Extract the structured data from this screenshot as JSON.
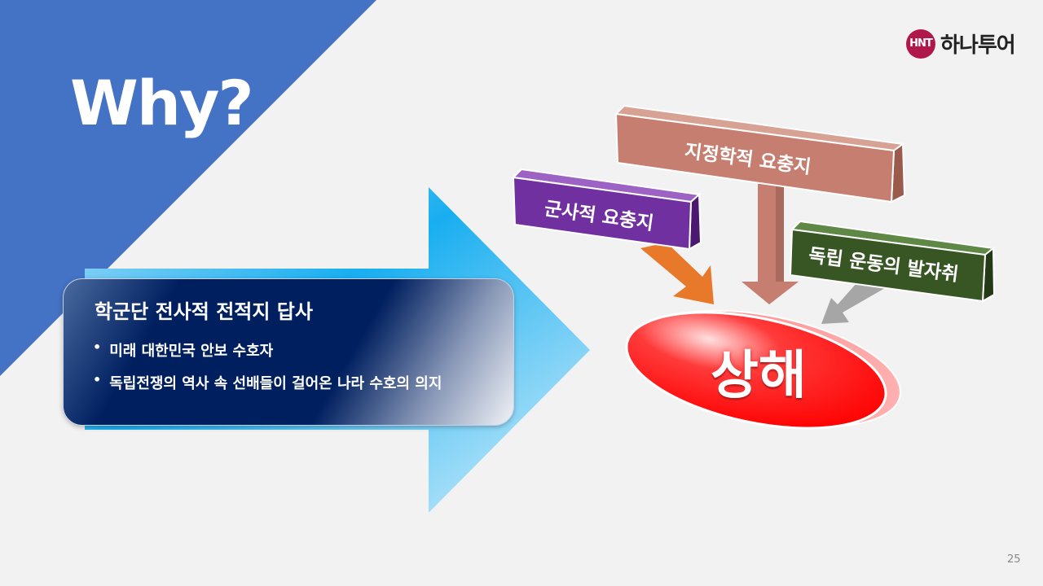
{
  "slide": {
    "title": "Why?",
    "page_number": "25"
  },
  "logo": {
    "badge": "HNT",
    "text": "하나투어"
  },
  "panel": {
    "heading": "학군단 전사적 전적지 답사",
    "bullets": [
      "미래 대한민국 안보 수호자",
      "독립전쟁의 역사 속 선배들이 걸어온 나라 수호의 의지"
    ]
  },
  "diagram": {
    "boxes": {
      "geo": "지정학적  요충지",
      "mil": "군사적 요충지",
      "ind": "독립 운동의 발자취"
    },
    "center": "상해"
  },
  "colors": {
    "triangle": "#4472c4",
    "panel": "#001f5f",
    "big_arrow": "#1ea9e6",
    "geo_box": "#c57e6f",
    "mil_box": "#7030a0",
    "ind_box": "#375623",
    "center": "#ff1010",
    "logo": "#b0174a"
  }
}
